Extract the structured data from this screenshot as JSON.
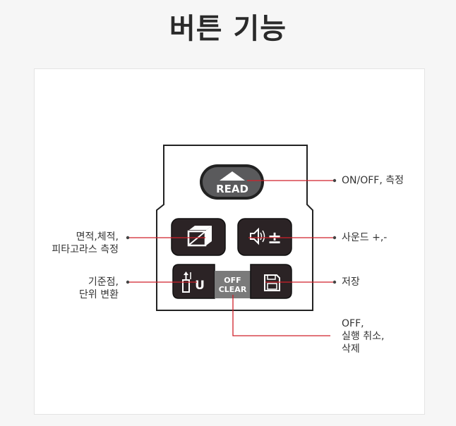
{
  "title": "버튼 기능",
  "keypad": {
    "read_label": "READ",
    "off_label_line1": "OFF",
    "off_label_line2": "CLEAR",
    "unit_label": "U",
    "plus_minus": "±"
  },
  "callouts": {
    "read": "ON/OFF, 측정",
    "sound": "사운드 +,-",
    "save": "저장",
    "off_clear": "OFF,\n실행 취소,\n삭제",
    "area": "면적,체적,\n피타고라스 측정",
    "unit": "기준점,\n단위 변환"
  },
  "colors": {
    "leader_line": "#d0202a",
    "button_dark": "#2b2325",
    "read_button": "#5a5a5c",
    "off_button": "#7a7a7a"
  }
}
